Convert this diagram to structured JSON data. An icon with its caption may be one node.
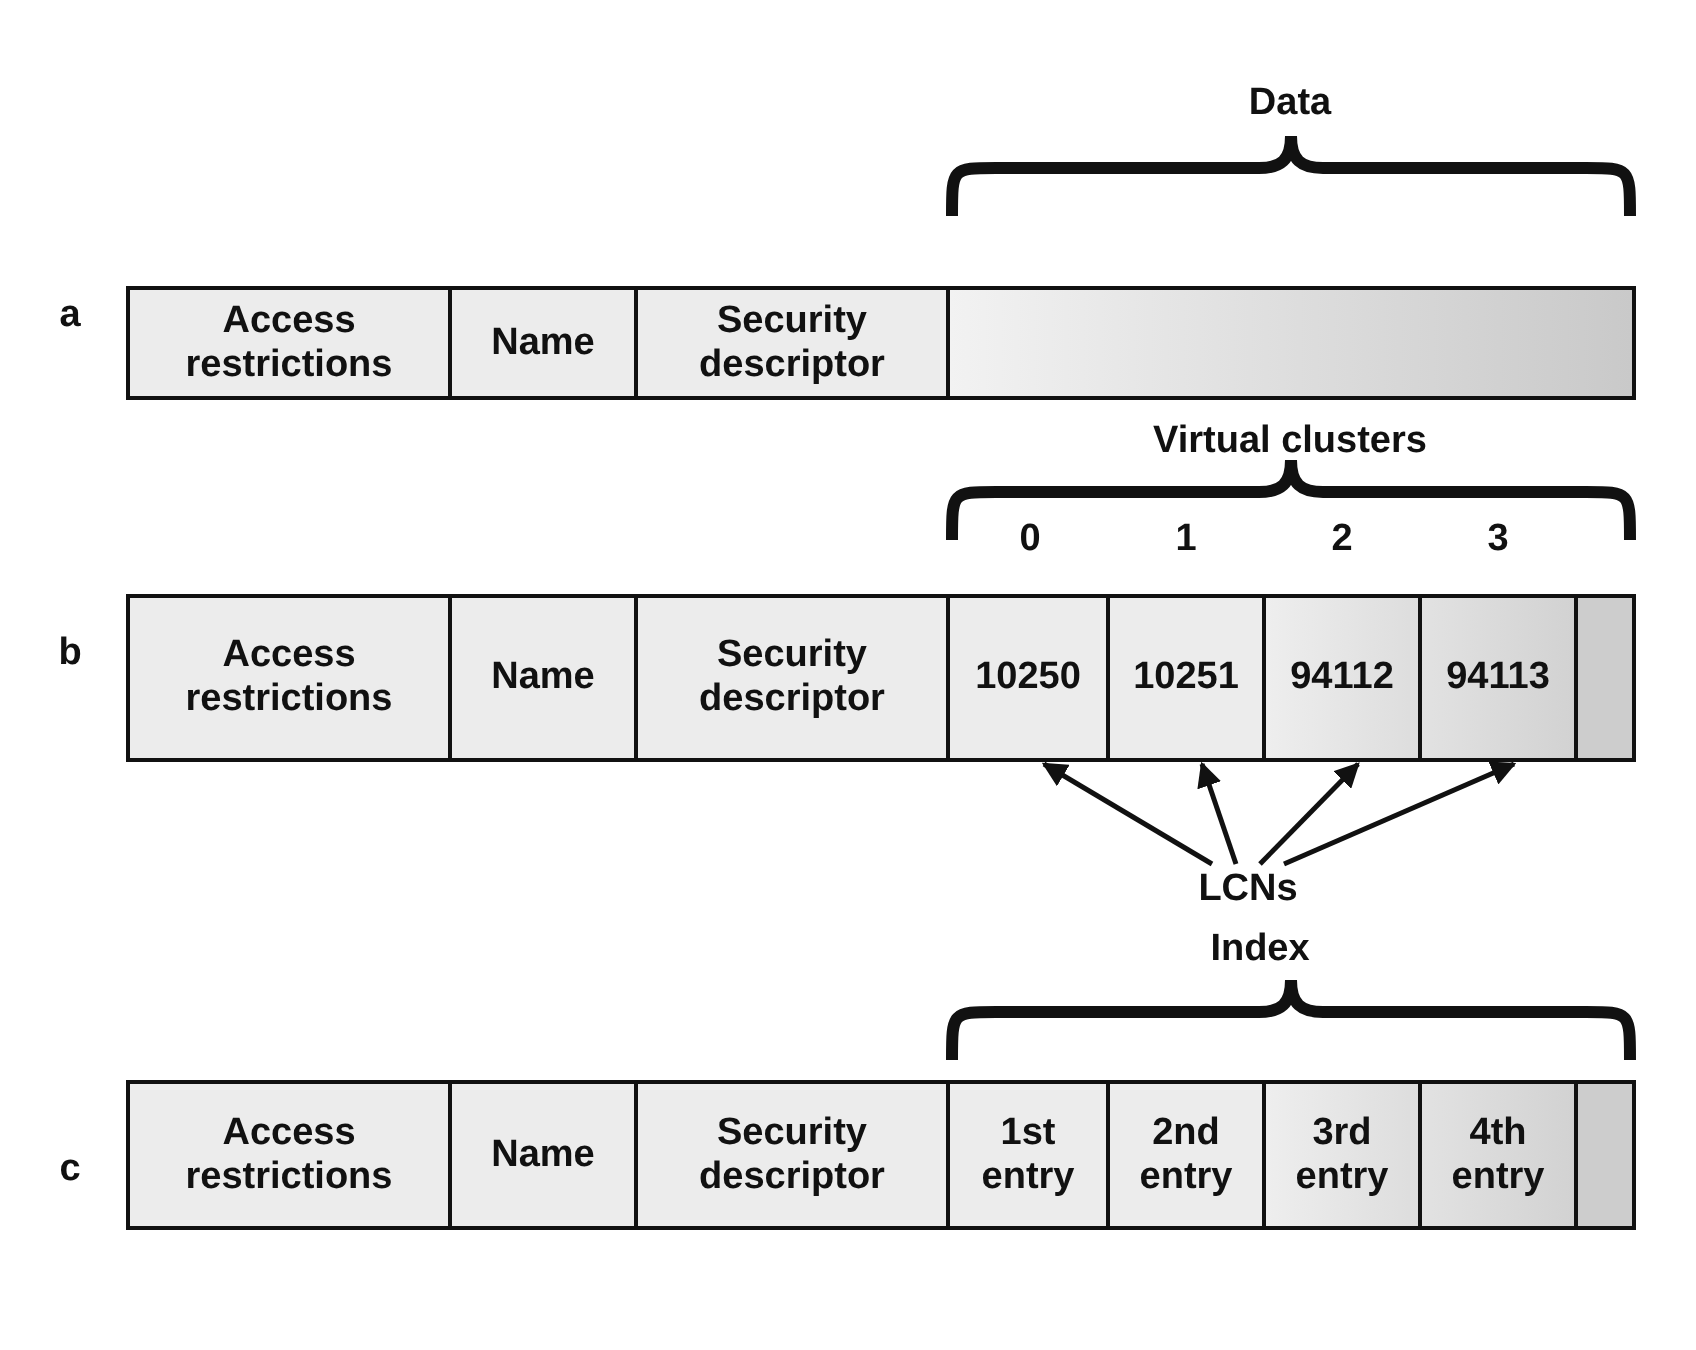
{
  "diagram": {
    "nodes": [
      {
        "text": [
          "Access restrictions"
        ]
      },
      {
        "text": [
          "Name"
        ]
      },
      {
        "text": [
          "Security descriptor"
        ]
      },
      {
        "text": [],
        "shape": "box"
      },
      {
        "text": [
          "Access restrictions"
        ]
      },
      {
        "text": [
          "Name"
        ]
      },
      {
        "text": [
          "Security descriptor"
        ]
      },
      {
        "text": [
          "10250"
        ]
      },
      {
        "text": [
          "10251"
        ]
      },
      {
        "text": [
          "94112"
        ]
      },
      {
        "text": [
          "94113"
        ]
      },
      {
        "text": [],
        "shape": "box"
      },
      {
        "text": [
          "LCNs"
        ]
      },
      {
        "text": [
          "Access restrictions"
        ]
      },
      {
        "text": [
          "Name"
        ]
      },
      {
        "text": [
          "Security descriptor"
        ]
      },
      {
        "text": [
          "1st entry"
        ]
      },
      {
        "text": [
          "2nd entry"
        ]
      },
      {
        "text": [
          "3rd entry"
        ]
      },
      {
        "text": [
          "4th entry"
        ]
      },
      {
        "text": [],
        "shape": "box"
      }
    ],
    "edges": [
      {
        "from": 12,
        "to": 7,
        "arrow": "to"
      },
      {
        "from": 12,
        "to": 8,
        "arrow": "to"
      },
      {
        "from": 12,
        "to": 9,
        "arrow": "to"
      },
      {
        "from": 12,
        "to": 10,
        "arrow": "to"
      }
    ],
    "labels": [
      "Data",
      "a",
      "Virtual clusters",
      "0",
      "1",
      "2",
      "3",
      "b",
      "Index",
      "c"
    ]
  }
}
